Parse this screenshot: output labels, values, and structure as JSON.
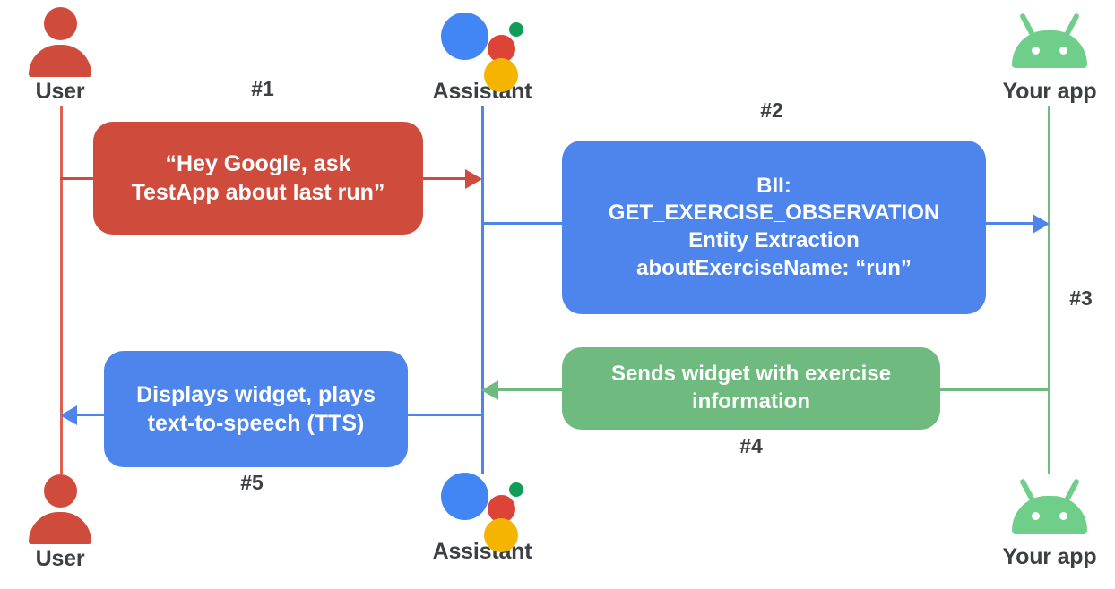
{
  "diagram": {
    "title": "Assistant App Actions sequence diagram",
    "colors": {
      "red": "#cf4b3c",
      "blue": "#4d85ec",
      "green": "#6fbb7f",
      "lifeline_user": "#e0614f",
      "lifeline_assistant": "#4d85ec",
      "lifeline_app": "#72bc82",
      "label_text": "#3c4043",
      "background": "#ffffff"
    },
    "actors": [
      {
        "id": "user",
        "label": "User",
        "icon": "user-avatar-icon",
        "position": "left"
      },
      {
        "id": "assistant",
        "label": "Assistant",
        "icon": "google-assistant-icon",
        "position": "center"
      },
      {
        "id": "app",
        "label": "Your app",
        "icon": "android-robot-icon",
        "position": "right"
      }
    ],
    "actors_bottom": [
      {
        "id": "user",
        "label": "User",
        "icon": "user-avatar-icon"
      },
      {
        "id": "assistant",
        "label": "Assistant",
        "icon": "google-assistant-icon"
      },
      {
        "id": "app",
        "label": "Your app",
        "icon": "android-robot-icon"
      }
    ],
    "steps": [
      {
        "number": "#1",
        "color": "red",
        "from": "user",
        "to": "assistant",
        "text": "“Hey Google, ask\nTestApp about last run”"
      },
      {
        "number": "#2",
        "color": "blue",
        "from": "assistant",
        "to": "app",
        "text": "BII:\nGET_EXERCISE_OBSERVATION\nEntity Extraction\naboutExerciseName: “run”"
      },
      {
        "number": "#3",
        "color": "blue",
        "from": "assistant",
        "to": "app",
        "text": ""
      },
      {
        "number": "#4",
        "color": "green",
        "from": "app",
        "to": "assistant",
        "text": "Sends widget with exercise\ninformation"
      },
      {
        "number": "#5",
        "color": "blue",
        "from": "assistant",
        "to": "user",
        "text": "Displays widget, plays\ntext-to-speech (TTS)"
      }
    ]
  }
}
